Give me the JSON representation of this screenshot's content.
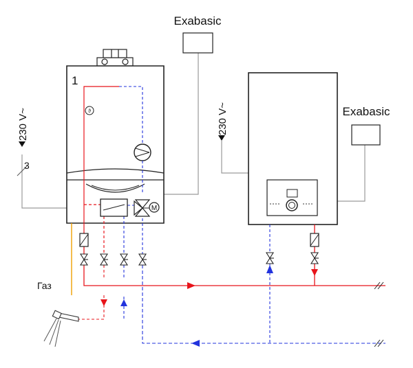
{
  "labels": {
    "controller_top": "Exabasic",
    "controller_right": "Exabasic",
    "boiler_number": "1",
    "voltage_left": "230 V~",
    "voltage_right": "230 V~",
    "wire_count": "3",
    "gas": "Газ"
  },
  "colors": {
    "hot_pipe": "#e8141b",
    "cold_pipe": "#2233dd",
    "gas_pipe": "#f0a000",
    "electric_wire": "#999999",
    "outline": "#222222"
  },
  "icons": {
    "pump": "pump-icon",
    "motor_valve": "three-way-valve-icon",
    "sensor": "temperature-sensor-icon",
    "shower": "shower-head-icon",
    "filter": "filter-icon",
    "valve": "ball-valve-icon"
  }
}
